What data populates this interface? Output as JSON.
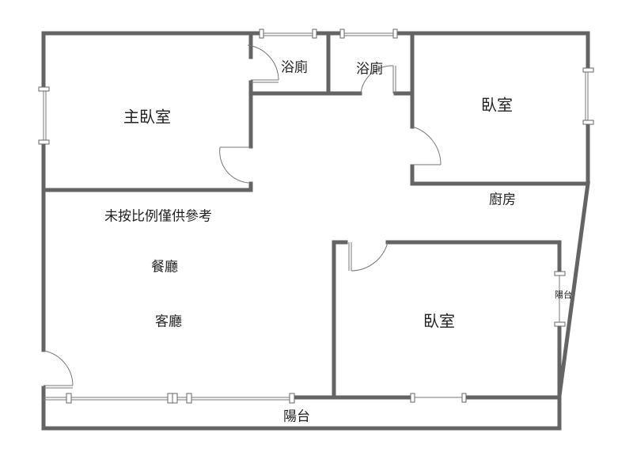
{
  "rooms": {
    "master_bedroom": "主臥室",
    "bathroom_1": "浴廁",
    "bathroom_2": "浴廁",
    "bedroom_1": "臥室",
    "kitchen": "廚房",
    "disclaimer": "未按比例僅供參考",
    "dining": "餐廳",
    "living": "客廳",
    "bedroom_2": "臥室",
    "side_balcony": "陽台",
    "front_balcony": "陽台"
  },
  "colors": {
    "wall": "#646464",
    "window": "#777777"
  }
}
